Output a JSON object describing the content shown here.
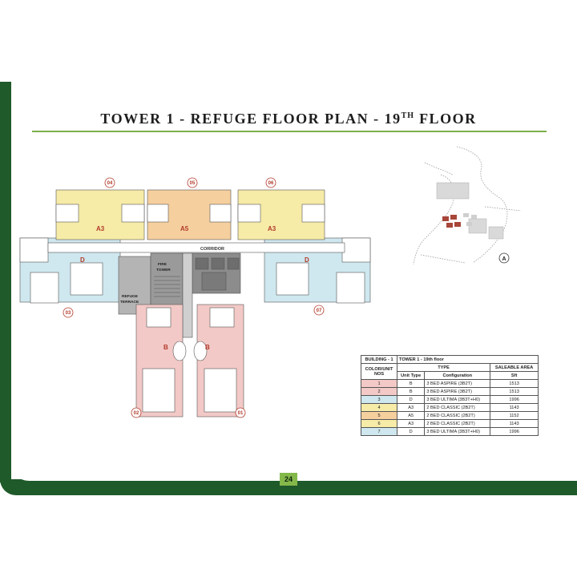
{
  "title": {
    "main": "TOWER 1 - REFUGE FLOOR PLAN - 19",
    "sup": "TH",
    "suffix": " FLOOR"
  },
  "page_number": "24",
  "plan": {
    "corridor_label": "CORRIDOR",
    "fire_tower_label": [
      "FIRE",
      "TOWER"
    ],
    "refuge_terrace_label": [
      "REFUGE",
      "TERRACE"
    ],
    "unit_numbers": [
      "01",
      "02",
      "03",
      "04",
      "05",
      "06",
      "07"
    ],
    "unit_types": [
      "A3",
      "A5",
      "A3",
      "D",
      "D",
      "B",
      "B"
    ],
    "compass_label": "A"
  },
  "colors": {
    "green_dark": "#1f5a2a",
    "green_accent": "#7cae4a",
    "unit_pink": "#f2c9c6",
    "unit_blue": "#cfe7ee",
    "unit_yellow": "#f6eba7",
    "unit_orange": "#f5cf9e",
    "core_grey": "#9a9a9a"
  },
  "table": {
    "header": {
      "building": "BUILDING - 1",
      "tower": "TOWER 1 - 19th floor",
      "color_unit": "COLOR/UNIT NOS",
      "type": "TYPE",
      "saleable": "SALEABLE AREA",
      "unit_type": "Unit Type",
      "configuration": "Configuration",
      "sft": "Sft"
    },
    "rows": [
      {
        "no": "1",
        "unit_type": "B",
        "config": "3 BED ASPIRE (3B2T)",
        "area": "1513",
        "color": "#f2c9c6"
      },
      {
        "no": "2",
        "unit_type": "B",
        "config": "3 BED ASPIRE (3B2T)",
        "area": "1513",
        "color": "#f2c9c6"
      },
      {
        "no": "3",
        "unit_type": "D",
        "config": "3 BED ULTIMA (3B3T+H0)",
        "area": "1996",
        "color": "#cfe7ee"
      },
      {
        "no": "4",
        "unit_type": "A3",
        "config": "2 BED CLASSIC (2B2T)",
        "area": "1143",
        "color": "#f6eba7"
      },
      {
        "no": "5",
        "unit_type": "A5",
        "config": "2 BED CLASSIC (2B2T)",
        "area": "1152",
        "color": "#f5cf9e"
      },
      {
        "no": "6",
        "unit_type": "A3",
        "config": "2 BED CLASSIC (2B2T)",
        "area": "1143",
        "color": "#f6eba7"
      },
      {
        "no": "7",
        "unit_type": "D",
        "config": "3 BED ULTIMA (3B3T+H0)",
        "area": "1996",
        "color": "#cfe7ee"
      }
    ]
  }
}
